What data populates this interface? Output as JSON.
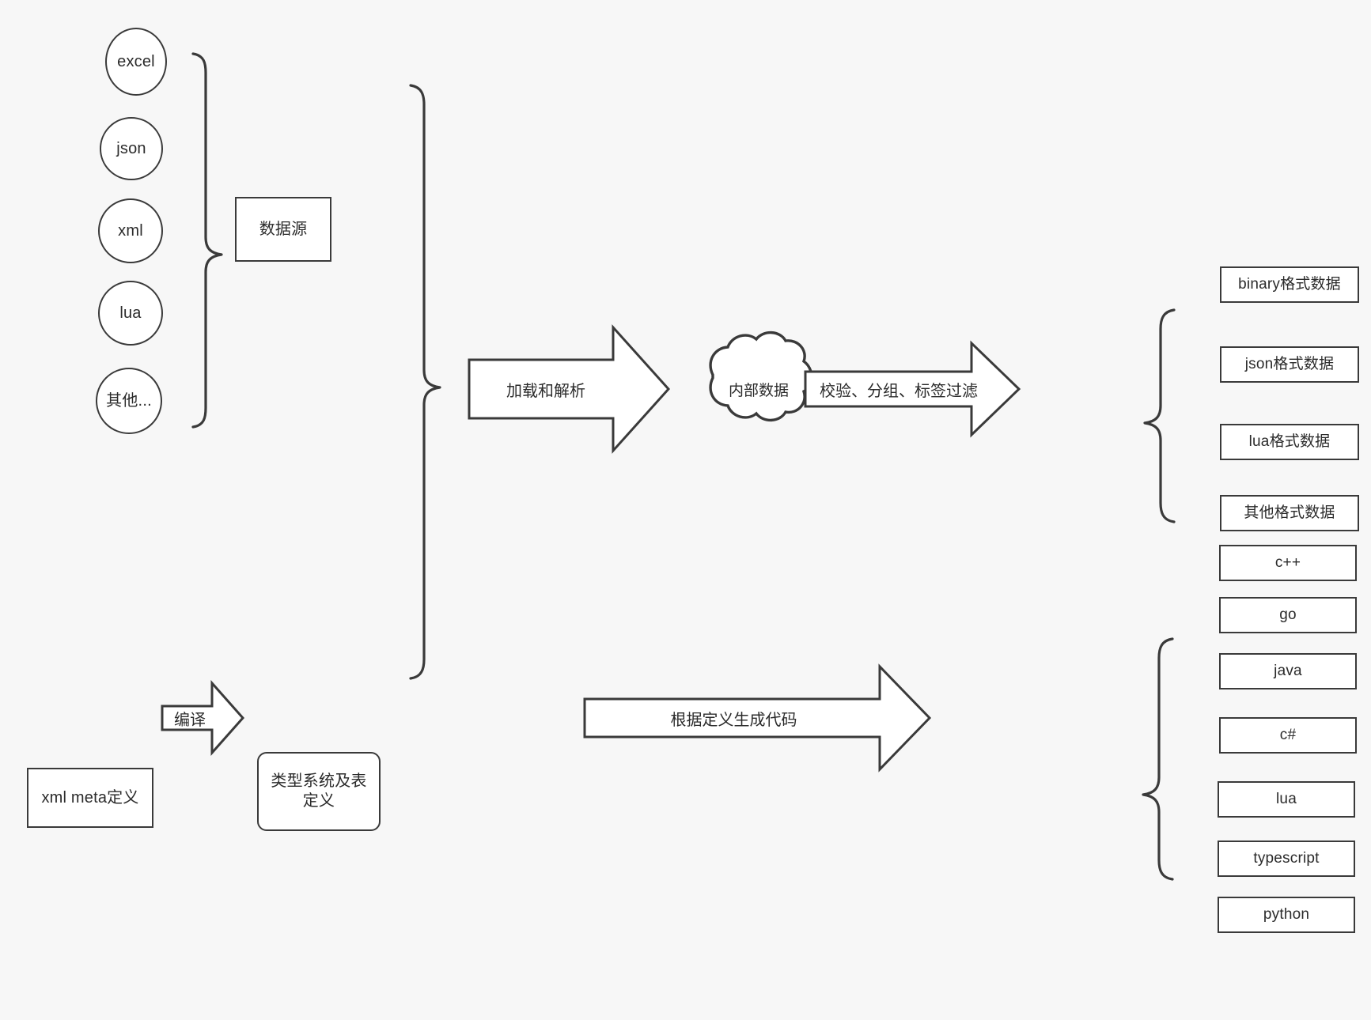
{
  "diagram": {
    "background_color": "#f7f7f7",
    "stroke_color": "#3a3a3a",
    "fill_color": "#ffffff",
    "text_color": "#2b2b2b",
    "data_sources": {
      "items": [
        {
          "label": "excel"
        },
        {
          "label": "json"
        },
        {
          "label": "xml"
        },
        {
          "label": "lua"
        },
        {
          "label": "其他..."
        }
      ],
      "group_label": "数据源"
    },
    "meta": {
      "source_label": "xml meta定义",
      "compile_arrow_label": "编译",
      "target_label": "类型系统及表定义"
    },
    "pipeline": {
      "load_arrow_label": "加载和解析",
      "cloud_label": "内部数据",
      "filter_arrow_label": "校验、分组、标签过滤",
      "codegen_arrow_label": "根据定义生成代码"
    },
    "output_formats": [
      {
        "label": "binary格式数据"
      },
      {
        "label": "json格式数据"
      },
      {
        "label": "lua格式数据"
      },
      {
        "label": "其他格式数据"
      }
    ],
    "output_languages": [
      {
        "label": "c++"
      },
      {
        "label": "go"
      },
      {
        "label": "java"
      },
      {
        "label": "c#"
      },
      {
        "label": "lua"
      },
      {
        "label": "typescript"
      },
      {
        "label": "python"
      }
    ]
  }
}
